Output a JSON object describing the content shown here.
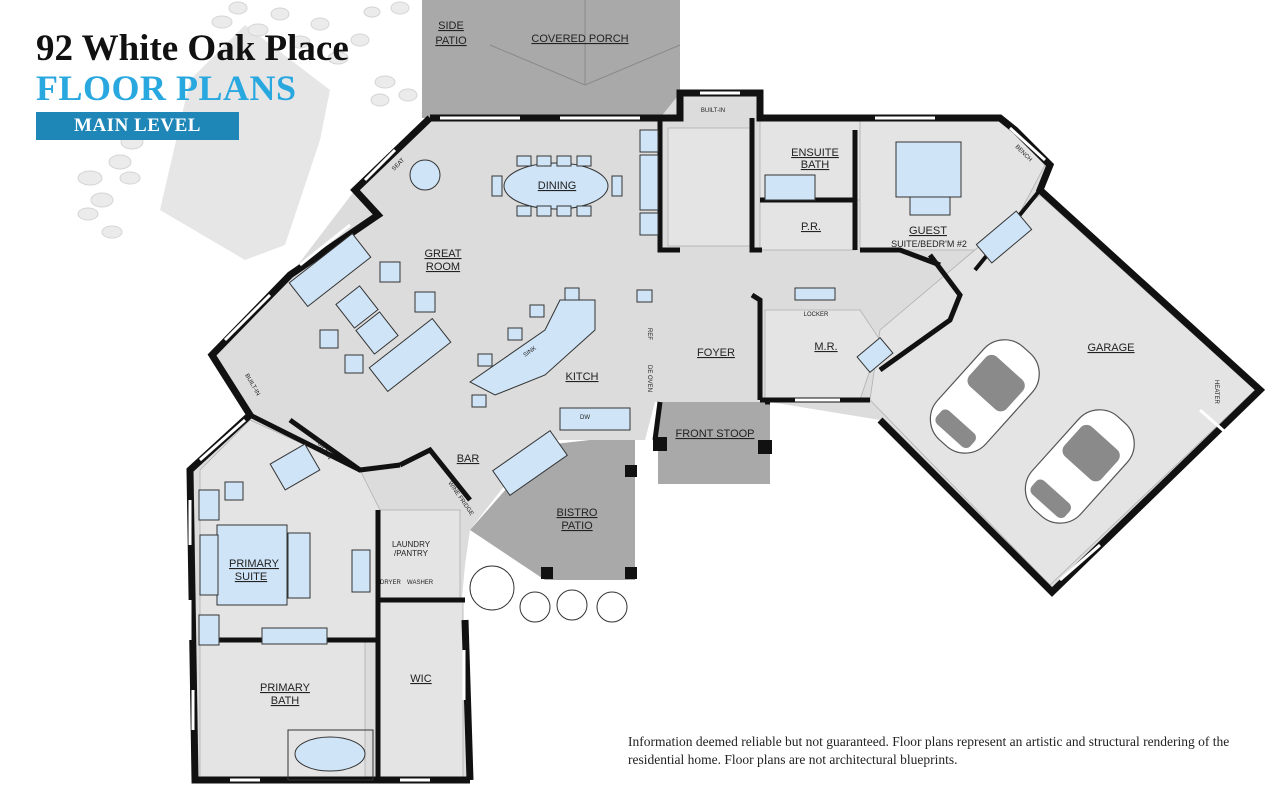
{
  "header": {
    "address": "92 White Oak Place",
    "subtitle": "FLOOR PLANS",
    "level": "MAIN LEVEL"
  },
  "disclaimer": "Information deemed reliable but not guaranteed. Floor plans represent an artistic and structural rendering of the residential home. Floor plans are not architectural blueprints.",
  "rooms": {
    "side_patio": [
      "SIDE",
      "PATIO"
    ],
    "covered_porch": "COVERED PORCH",
    "dining": "DINING",
    "great_room": [
      "GREAT",
      "ROOM"
    ],
    "kitchen": "KITCH",
    "bar": "BAR",
    "foyer": "FOYER",
    "front_stoop": "FRONT STOOP",
    "bistro_patio": [
      "BISTRO",
      "PATIO"
    ],
    "ensuite_bath": [
      "ENSUITE",
      "BATH"
    ],
    "powder_room": "P.R.",
    "guest_suite": [
      "GUEST",
      "SUITE/BEDR'M #2"
    ],
    "mud_room": "M.R.",
    "garage": "GARAGE",
    "laundry": [
      "LAUNDRY",
      "/PANTRY"
    ],
    "primary_suite": [
      "PRIMARY",
      "SUITE"
    ],
    "primary_bath": [
      "PRIMARY",
      "BATH"
    ],
    "wic": "WIC"
  },
  "small_labels": {
    "built_in_top": "BUILT-IN",
    "built_in_left": "BUILT-IN",
    "built_in_mid": "BUILT-IN",
    "seat": "SEAT",
    "bench": "BENCH",
    "locker": "LOCKER",
    "heater": "HEATER",
    "ref": "REF",
    "dw": "DW",
    "dryer": "DRYER",
    "washer": "WASHER",
    "wine_fridge": "WINE FRIDGE",
    "ovens": "DE OVEN",
    "sink": "SINK"
  },
  "colors": {
    "floor": "#dcdcdc",
    "wall": "#111111",
    "furniture": "#cfe4f7",
    "patio": "#a9a9a9",
    "accent": "#29a8e0",
    "badge": "#1f86b8"
  }
}
